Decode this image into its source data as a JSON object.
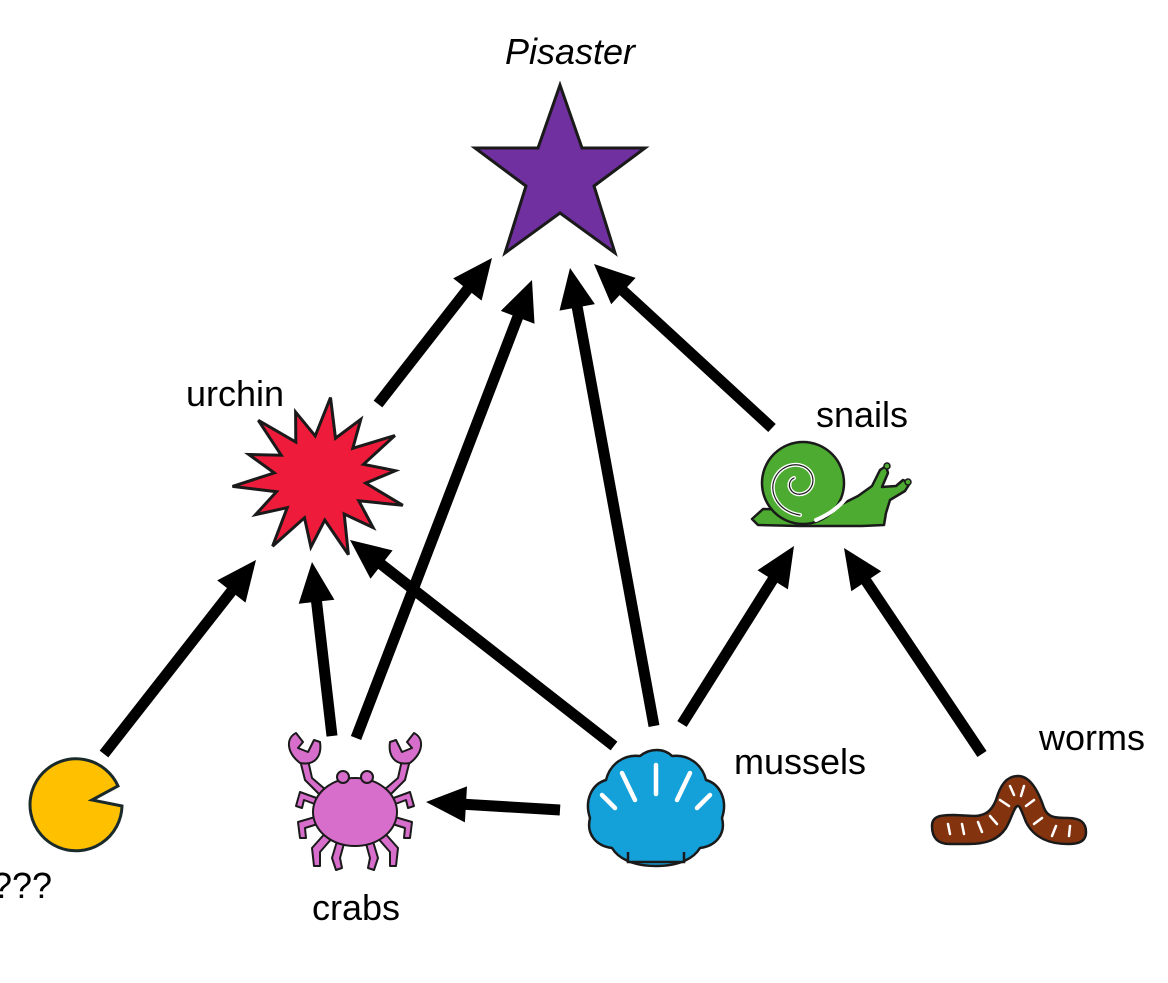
{
  "diagram": {
    "nodes": [
      {
        "id": "pisaster",
        "label": "Pisaster",
        "color": "#7030A0",
        "icon": "star-icon"
      },
      {
        "id": "urchin",
        "label": "urchin",
        "color": "#EE1B3B",
        "icon": "urchin-burst-icon"
      },
      {
        "id": "snails",
        "label": "snails",
        "color": "#4CAB30",
        "icon": "snail-icon"
      },
      {
        "id": "unknown",
        "label": "???",
        "color": "#FFC000",
        "icon": "pacman-icon"
      },
      {
        "id": "crabs",
        "label": "crabs",
        "color": "#D86ECC",
        "icon": "crab-icon"
      },
      {
        "id": "mussels",
        "label": "mussels",
        "color": "#14A0D8",
        "icon": "shell-icon"
      },
      {
        "id": "worms",
        "label": "worms",
        "color": "#84330F",
        "icon": "worm-icon"
      }
    ],
    "edges": [
      {
        "from": "urchin",
        "to": "pisaster"
      },
      {
        "from": "crabs",
        "to": "pisaster"
      },
      {
        "from": "mussels",
        "to": "pisaster"
      },
      {
        "from": "snails",
        "to": "pisaster"
      },
      {
        "from": "unknown",
        "to": "urchin"
      },
      {
        "from": "crabs",
        "to": "urchin"
      },
      {
        "from": "mussels",
        "to": "urchin"
      },
      {
        "from": "mussels",
        "to": "snails"
      },
      {
        "from": "worms",
        "to": "snails"
      },
      {
        "from": "mussels",
        "to": "crabs"
      }
    ]
  }
}
